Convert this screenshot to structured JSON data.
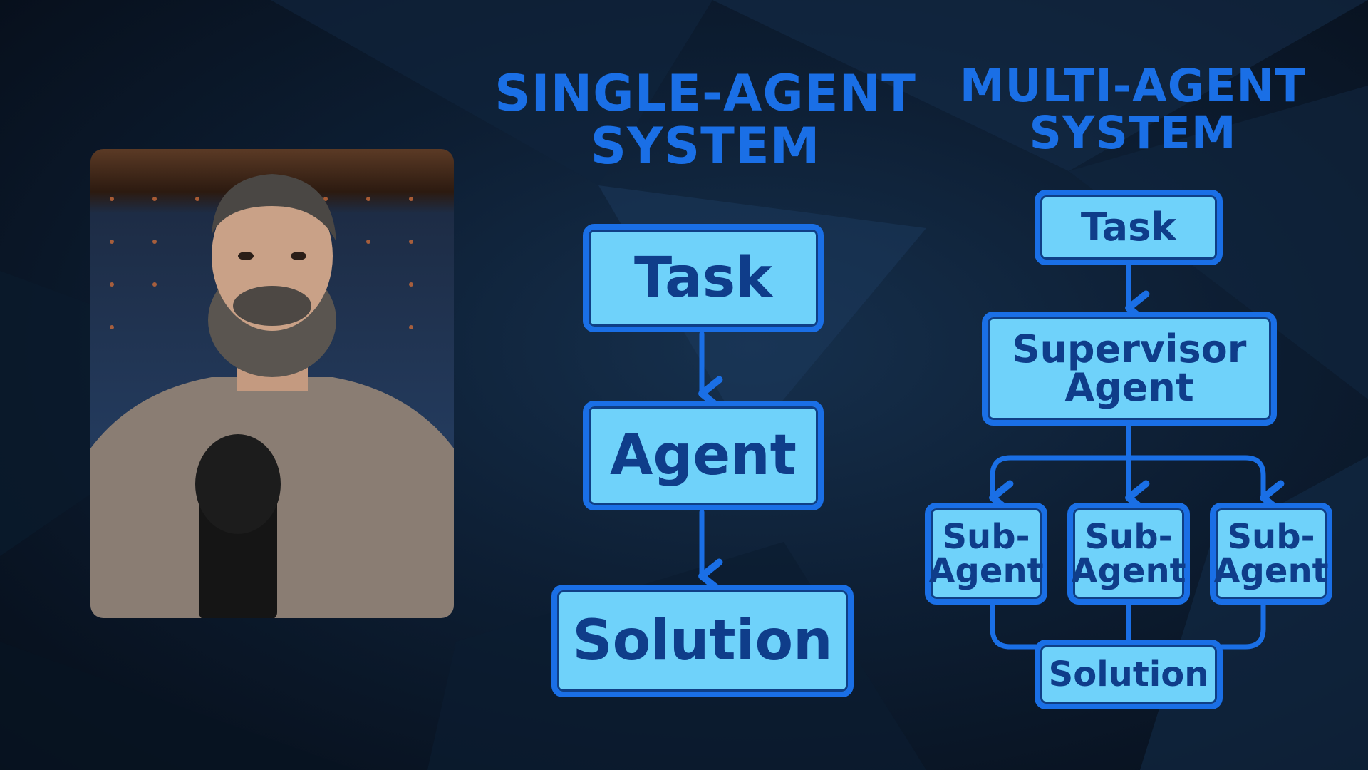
{
  "single": {
    "heading": "SINGLE-AGENT\nSYSTEM",
    "task": "Task",
    "agent": "Agent",
    "solution": "Solution"
  },
  "multi": {
    "heading": "MULTI-AGENT\nSYSTEM",
    "task": "Task",
    "supervisor": "Supervisor\nAgent",
    "subagents": [
      "Sub-\nAgent",
      "Sub-\nAgent",
      "Sub-\nAgent"
    ],
    "solution": "Solution"
  },
  "colors": {
    "box_fill": "#6fd2fa",
    "box_border": "#1a6fe6",
    "box_text": "#0f3d8a",
    "heading": "#1a6fe6",
    "background": "#0d1e33"
  }
}
